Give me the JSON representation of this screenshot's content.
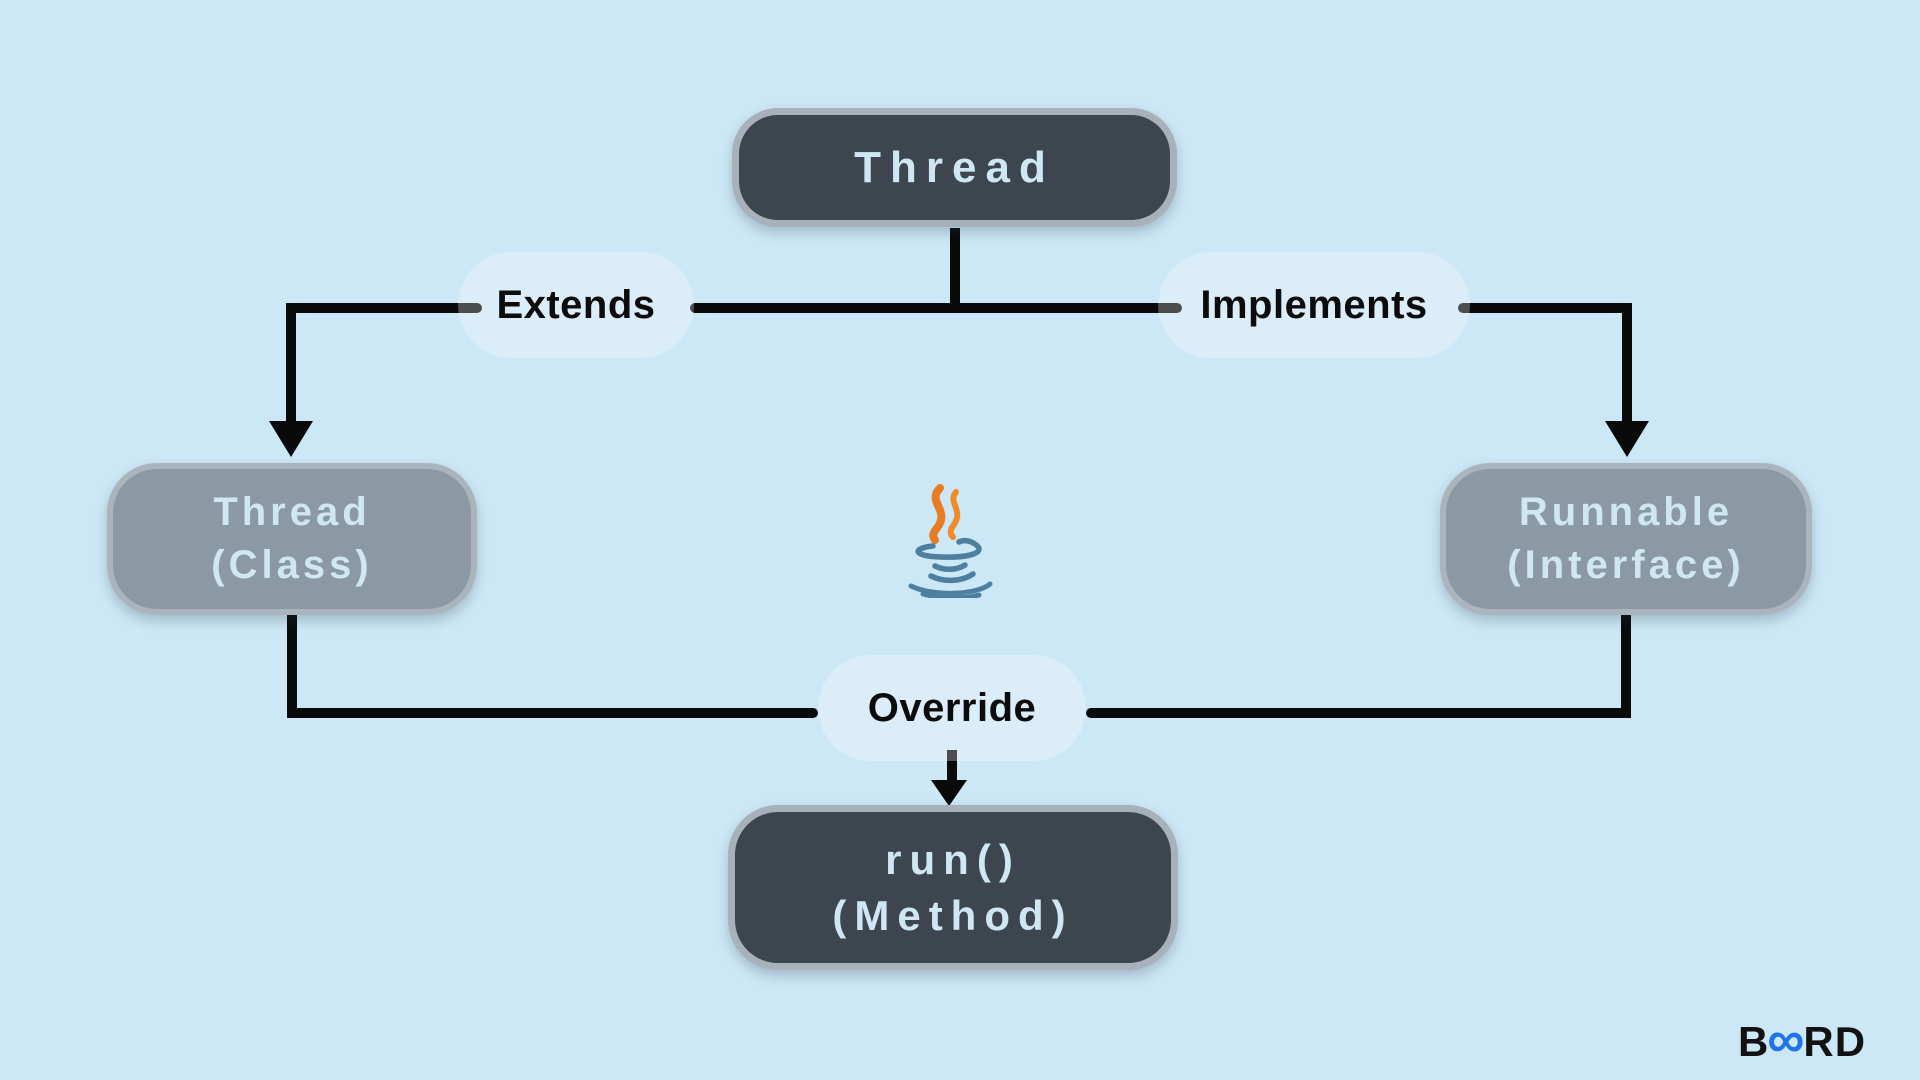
{
  "diagram": {
    "topic": "java-thread-creation",
    "background_color": "#cce7f5",
    "nodes": {
      "top": {
        "label": "Thread",
        "type": "dark"
      },
      "left": {
        "line1": "Thread",
        "line2": "(Class)",
        "type": "gray"
      },
      "right": {
        "line1": "Runnable",
        "line2": "(Interface)",
        "type": "gray"
      },
      "bottom": {
        "line1": "run()",
        "line2": "(Method)",
        "type": "dark"
      }
    },
    "edges": {
      "extends_label": "Extends",
      "implements_label": "Implements",
      "override_label": "Override"
    },
    "icons": {
      "center_icon": "java-cup-logo"
    },
    "colors": {
      "dark_node_fill": "#3d454f",
      "gray_node_fill": "#8b99a4",
      "node_border": "#a8b1b9",
      "node_text": "#cfe7f3",
      "connector_line": "#0a0a0a",
      "java_orange": "#e87c22",
      "java_blue": "#4e7f9e",
      "brand_blue": "#2173e8"
    },
    "watermark": {
      "part1": "B",
      "infinity_glyph": "∞",
      "part2": "RD"
    }
  }
}
